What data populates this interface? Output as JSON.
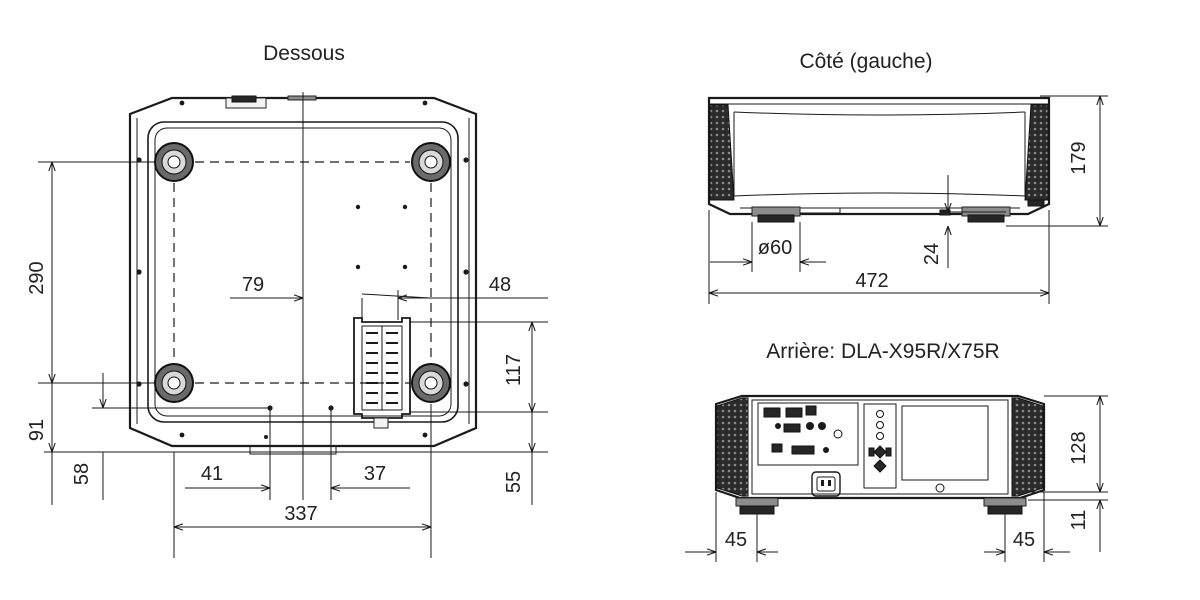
{
  "views": {
    "bottom": {
      "title": "Dessous"
    },
    "side": {
      "title": "Côté (gauche)"
    },
    "rear": {
      "title": "Arrière: DLA-X95R/X75R"
    }
  },
  "dimensions": {
    "d290": "290",
    "d91": "91",
    "d58": "58",
    "d79": "79",
    "d48": "48",
    "d117": "117",
    "d55": "55",
    "d41": "41",
    "d37": "37",
    "d337": "337",
    "d179": "179",
    "d24": "24",
    "dphi60": "ø60",
    "d472": "472",
    "d128": "128",
    "d11": "11",
    "d45L": "45",
    "d45R": "45"
  },
  "colors": {
    "line": "#1a1a1a",
    "background": "#ffffff"
  }
}
